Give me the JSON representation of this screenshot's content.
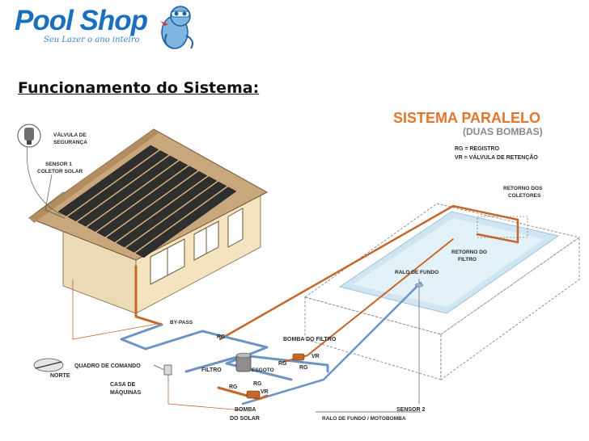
{
  "logo": {
    "brand": "Pool Shop",
    "tagline": "Seu Lazer o ano inteiro"
  },
  "heading": "Funcionamento do Sistema:",
  "diagram": {
    "title": "SISTEMA PARALELO",
    "subtitle": "(DUAS BOMBAS)",
    "legend": [
      "RG = REGISTRO",
      "VR = VÁLVULA DE RETENÇÃO"
    ],
    "labels": {
      "valvula_1": "VÁLVULA DE",
      "valvula_2": "SEGURANÇA",
      "sensor1_1": "SENSOR 1",
      "sensor1_2": "COLETOR SOLAR",
      "retorno_coletores_1": "RETORNO DOS",
      "retorno_coletores_2": "COLETORES",
      "retorno_filtro_1": "RETORNO DO",
      "retorno_filtro_2": "FILTRO",
      "ralo_fundo": "RALO DE FUNDO",
      "bypass": "BY-PASS",
      "rg_top": "RG",
      "bomba_filtro": "BOMBA DO FILTRO",
      "vr_filter": "VR",
      "rg_filter_a": "RG",
      "rg_filter_b": "RG",
      "quadro": "QUADRO DE COMANDO",
      "norte": "NORTE",
      "casa_1": "CASA DE",
      "casa_2": "MÁQUINAS",
      "filtro": "FILTRO",
      "esgoto": "ESGOTO",
      "rg_solar_a": "RG",
      "rg_solar_b": "RG",
      "vr_solar": "VR",
      "bomba_solar_1": "BOMBA",
      "bomba_solar_2": "DO SOLAR",
      "sensor2_1": "SENSOR 2",
      "sensor2_2": "RALO DE FUNDO / MOTOBOMBA"
    }
  },
  "colors": {
    "brand_blue": "#1b6fc0",
    "accent_orange": "#e0772c",
    "pipe_copper": "#c4672a",
    "pipe_blue": "#6d93c4",
    "pool_water": "#cfe6f2",
    "wall": "#f3e3bf",
    "roof": "#c9a77c",
    "panel": "#2f2f2f"
  }
}
